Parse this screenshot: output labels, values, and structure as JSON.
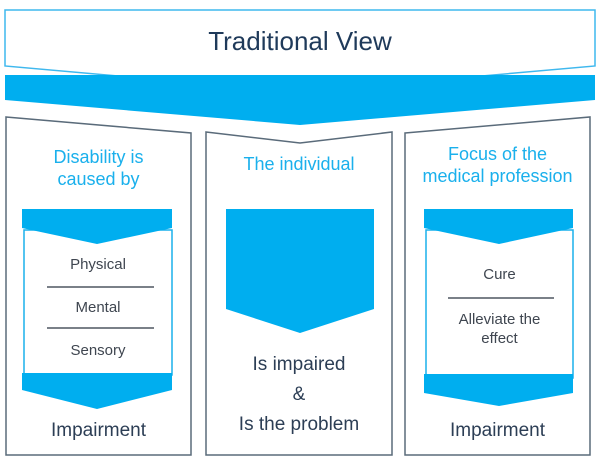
{
  "title": "Traditional View",
  "colors": {
    "accent": "#00aeef",
    "border": "#5a6b7a",
    "title": "#1f3a5a",
    "heading": "#1ab0ec",
    "text": "#3f4650"
  },
  "columns": [
    {
      "heading": [
        "Disability is",
        "caused by"
      ],
      "items": [
        "Physical",
        "Mental",
        "Sensory"
      ],
      "result": "Impairment"
    },
    {
      "heading": [
        "The individual"
      ],
      "result_lines": [
        "Is impaired",
        "&",
        "Is the problem"
      ]
    },
    {
      "heading": [
        "Focus of the",
        "medical profession"
      ],
      "items": [
        "Cure",
        "Alleviate the effect"
      ],
      "items_wrapped": [
        "Cure",
        [
          "Alleviate the",
          "effect"
        ]
      ],
      "result": "Impairment"
    }
  ]
}
